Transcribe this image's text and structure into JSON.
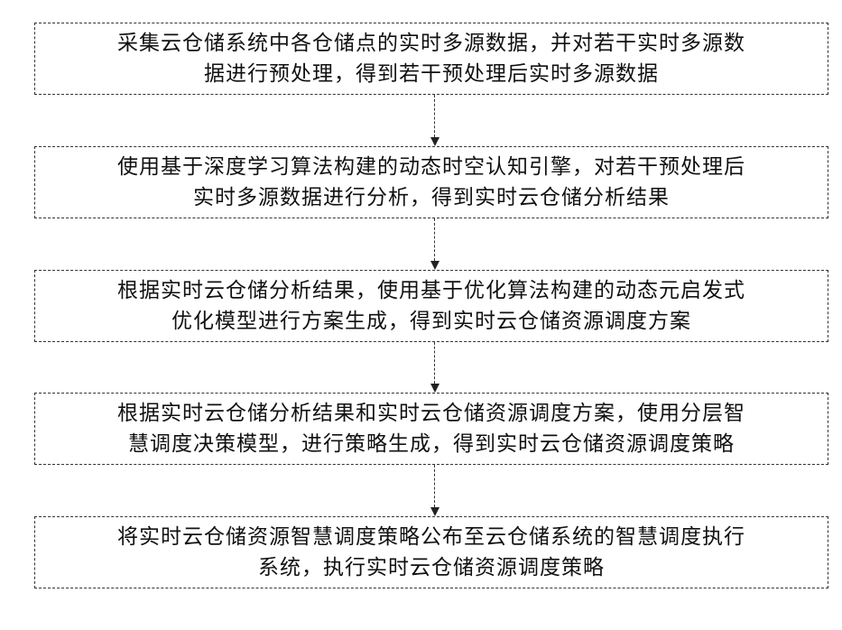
{
  "steps": [
    {
      "text": "采集云仓储系统中各仓储点的实时多源数据，并对若干实时多源数\n据进行预处理，得到若干预处理后实时多源数据"
    },
    {
      "text": "使用基于深度学习算法构建的动态时空认知引擎，对若干预处理后\n实时多源数据进行分析，得到实时云仓储分析结果"
    },
    {
      "text": "根据实时云仓储分析结果，使用基于优化算法构建的动态元启发式\n优化模型进行方案生成，得到实时云仓储资源调度方案"
    },
    {
      "text": "根据实时云仓储分析结果和实时云仓储资源调度方案，使用分层智\n慧调度决策模型，进行策略生成，得到实时云仓储资源调度策略"
    },
    {
      "text": "将实时云仓储资源智慧调度策略公布至云仓储系统的智慧调度执行\n系统，执行实时云仓储资源调度策略"
    }
  ]
}
